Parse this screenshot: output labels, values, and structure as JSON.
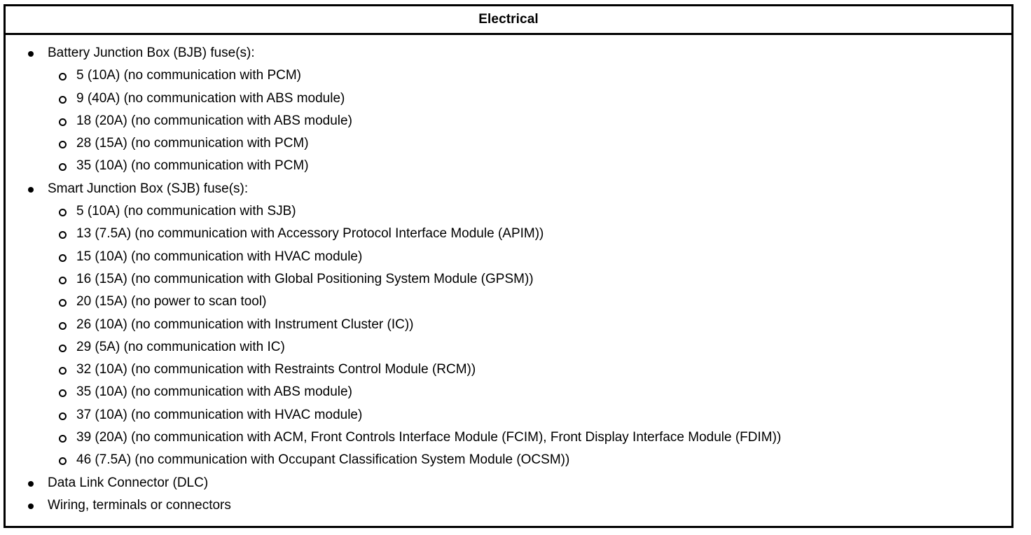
{
  "table": {
    "header": {
      "title": "Electrical"
    },
    "bullets": {
      "level1_glyph": "filled-disc",
      "level2_glyph": "hollow-circle"
    },
    "items": [
      {
        "level": 1,
        "text": "Battery Junction Box (BJB) fuse(s):",
        "children": [
          {
            "level": 2,
            "text": "5 (10A) (no communication with PCM)"
          },
          {
            "level": 2,
            "text": "9 (40A) (no communication with ABS module)"
          },
          {
            "level": 2,
            "text": "18 (20A) (no communication with ABS module)"
          },
          {
            "level": 2,
            "text": "28 (15A) (no communication with PCM)"
          },
          {
            "level": 2,
            "text": "35 (10A) (no communication with PCM)"
          }
        ]
      },
      {
        "level": 1,
        "text": "Smart Junction Box (SJB) fuse(s):",
        "children": [
          {
            "level": 2,
            "text": "5 (10A) (no communication with SJB)"
          },
          {
            "level": 2,
            "text": "13 (7.5A) (no communication with Accessory Protocol Interface Module (APIM))"
          },
          {
            "level": 2,
            "text": "15 (10A) (no communication with HVAC module)"
          },
          {
            "level": 2,
            "text": "16 (15A) (no communication with Global Positioning System Module (GPSM))"
          },
          {
            "level": 2,
            "text": "20 (15A) (no power to scan tool)"
          },
          {
            "level": 2,
            "text": "26 (10A) (no communication with Instrument Cluster (IC))"
          },
          {
            "level": 2,
            "text": "29 (5A) (no communication with IC)"
          },
          {
            "level": 2,
            "text": "32 (10A) (no communication with Restraints Control Module (RCM))"
          },
          {
            "level": 2,
            "text": "35 (10A) (no communication with ABS module)"
          },
          {
            "level": 2,
            "text": "37 (10A) (no communication with HVAC module)"
          },
          {
            "level": 2,
            "text": "39 (20A) (no communication with ACM, Front Controls Interface Module (FCIM), Front Display Interface Module (FDIM))"
          },
          {
            "level": 2,
            "text": "46 (7.5A) (no communication with Occupant Classification System Module (OCSM))"
          }
        ]
      },
      {
        "level": 1,
        "text": "Data Link Connector (DLC)",
        "children": []
      },
      {
        "level": 1,
        "text": "Wiring, terminals or connectors",
        "children": []
      }
    ]
  },
  "colors": {
    "border": "#000000",
    "text": "#000000",
    "background": "#ffffff"
  }
}
